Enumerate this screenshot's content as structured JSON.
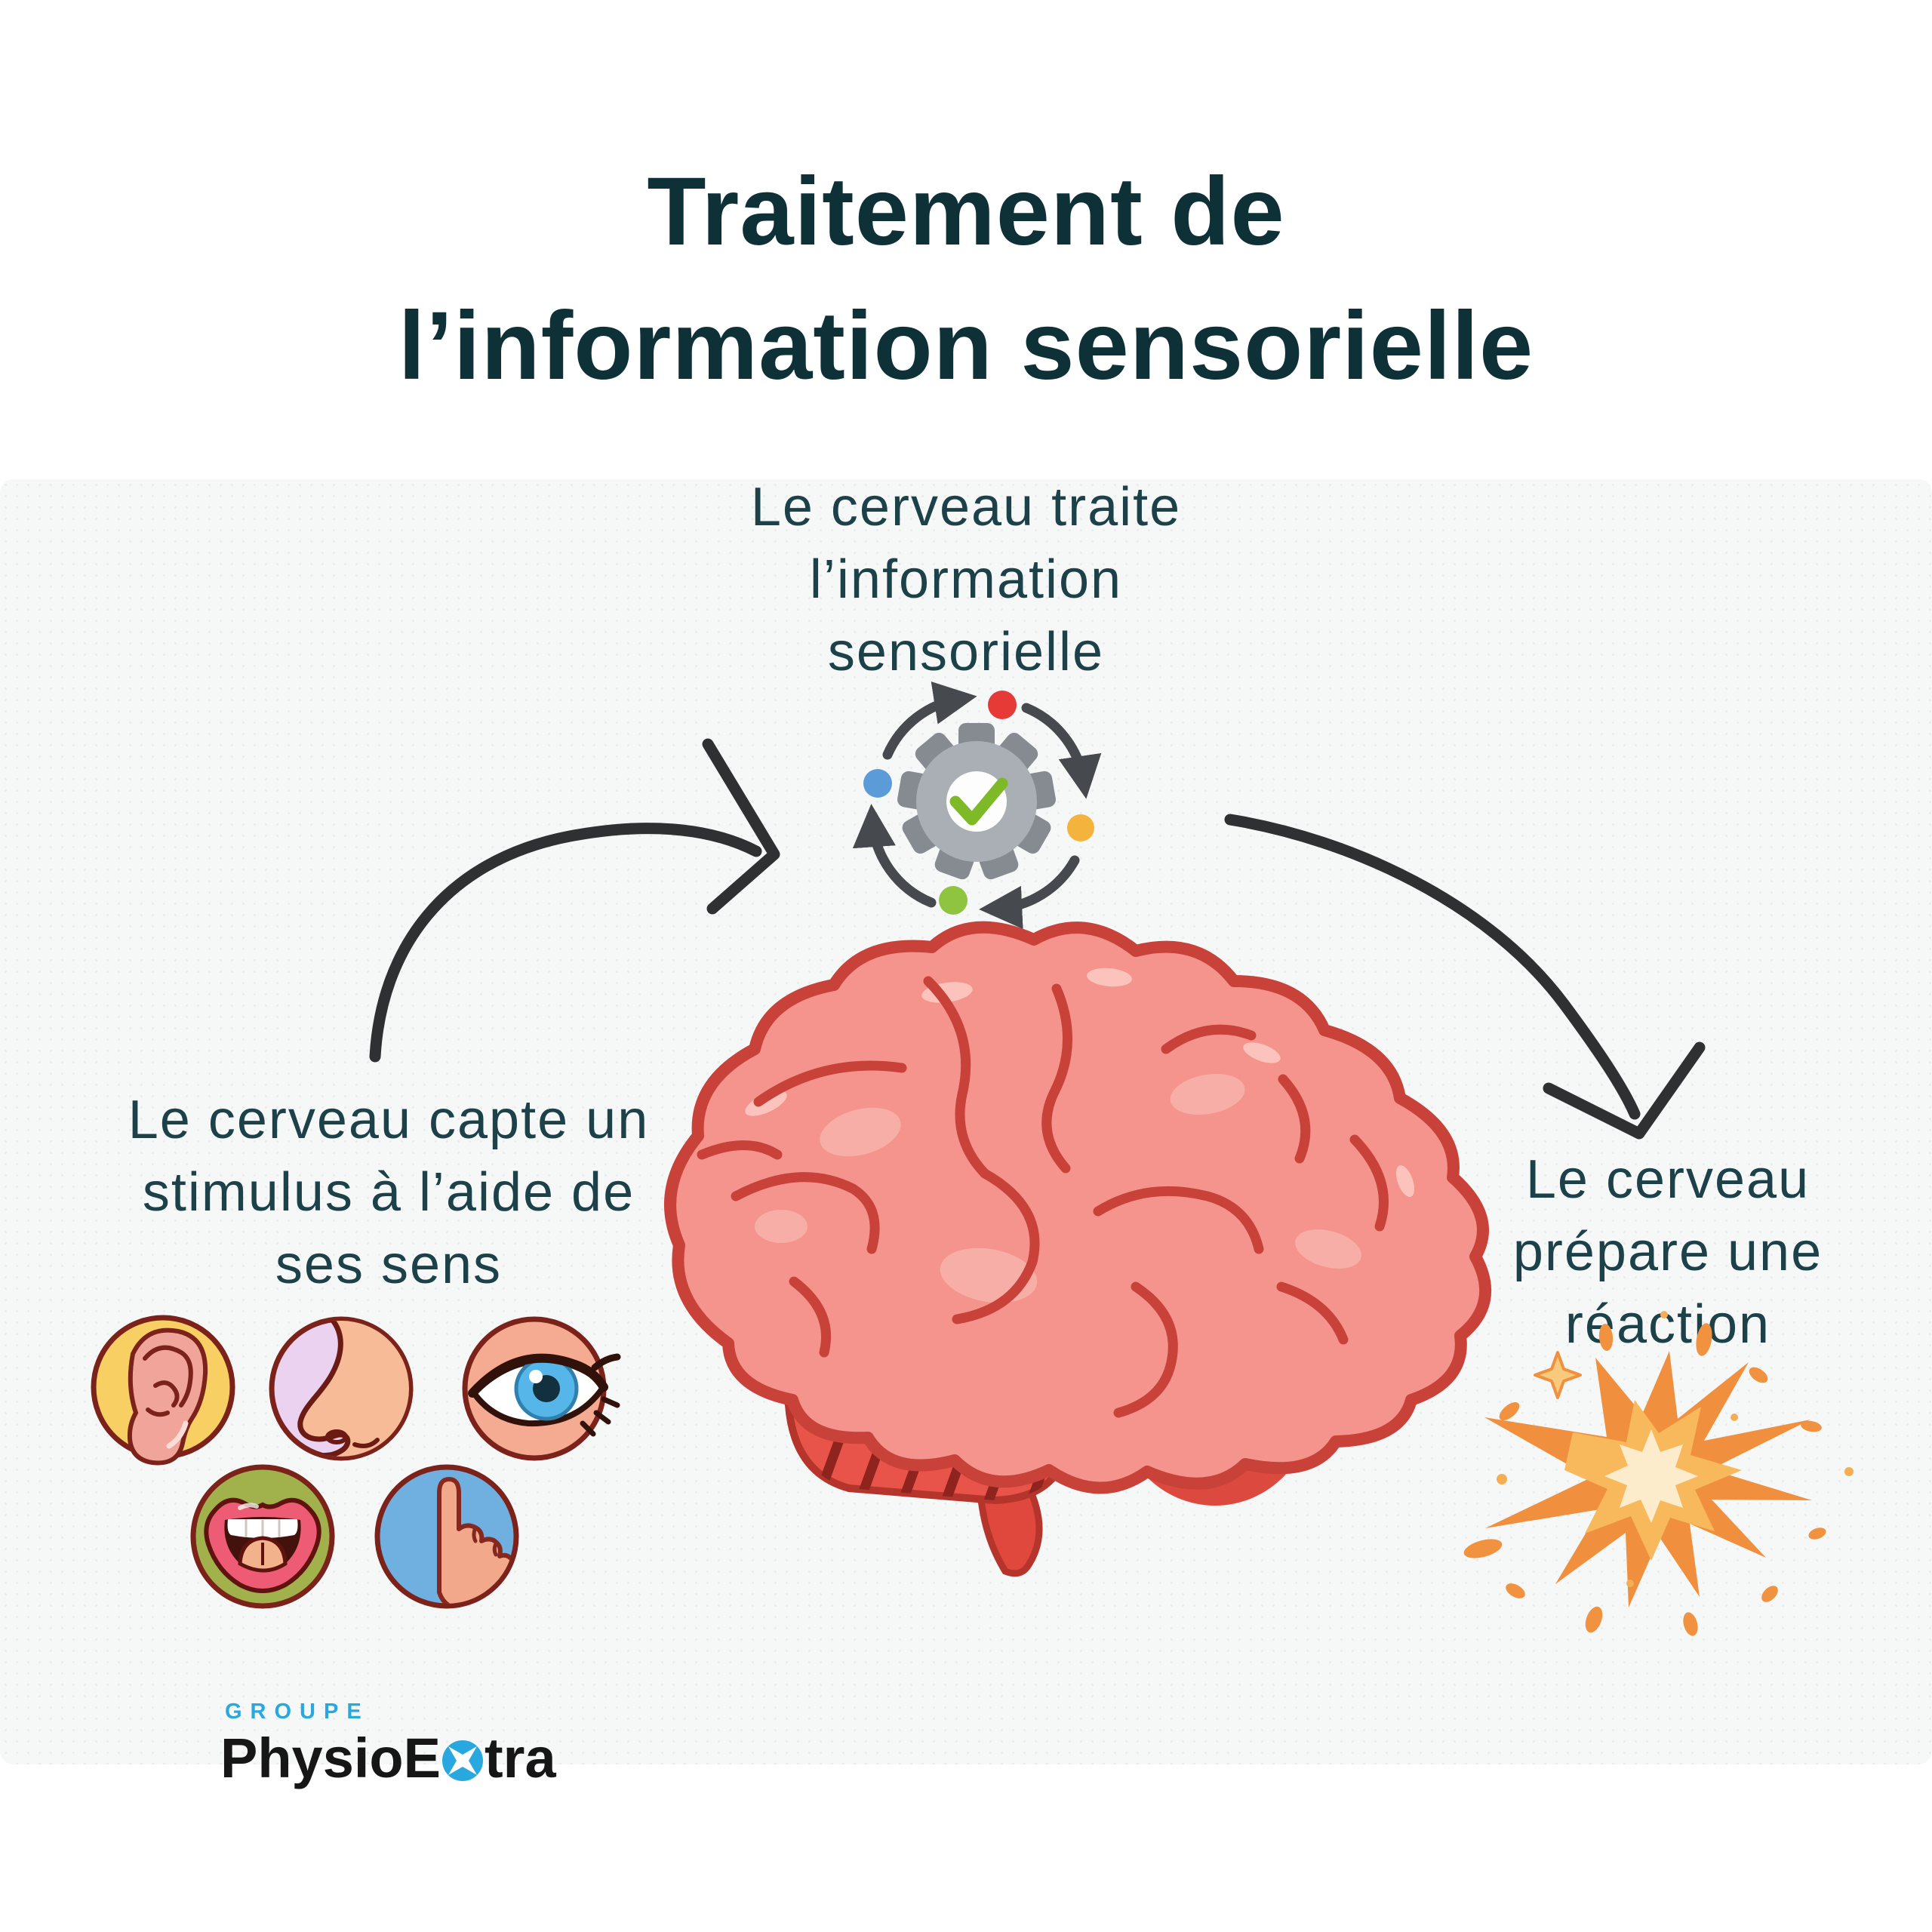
{
  "page": {
    "background": "#ffffff",
    "panel_color": "#f6f7f7"
  },
  "title": {
    "text": "Traitement de\nl’information sensorielle",
    "color": "#0e3037"
  },
  "labels": {
    "color": "#1c4149",
    "process": {
      "text": "Le cerveau traite\nl’information\nsensorielle"
    },
    "input": {
      "text": "Le cerveau capte un\nstimulus à l’aide de\nses sens"
    },
    "output": {
      "text": "Le cerveau\nprépare une\nréaction"
    }
  },
  "icons": {
    "gear_cycle": {
      "meaning": "processing-cycle-gear-with-checkmark",
      "gear_ring": "#a9afb4",
      "gear_teeth": "#858b91",
      "check": "#7eb928",
      "cycle_arrows": "#46494d",
      "dots": {
        "red": "#e53a36",
        "blue": "#5b9bd8",
        "yellow": "#f3b33c",
        "green": "#8fc440"
      }
    },
    "senses": [
      {
        "name": "hearing-ear",
        "circle": "#f7cf63"
      },
      {
        "name": "smell-nose",
        "circle": "#ead2f0"
      },
      {
        "name": "sight-eye",
        "circle": "#f5ab92"
      },
      {
        "name": "taste-mouth",
        "circle": "#a1b14c"
      },
      {
        "name": "touch-finger",
        "circle": "#6fb0e1"
      }
    ],
    "brain": {
      "fill": "#f4948c",
      "outline": "#c8423a"
    },
    "explosion": {
      "primary": "#f0903e",
      "secondary": "#f8b95c",
      "core": "#fdeccb"
    }
  },
  "arrows": {
    "color": "#2f3032"
  },
  "logo": {
    "groupe": "GROUPE",
    "brand_pre": "PhysioE",
    "brand_post": "tra",
    "groupe_color": "#29a8e0",
    "badge_color": "#29a8e0"
  }
}
